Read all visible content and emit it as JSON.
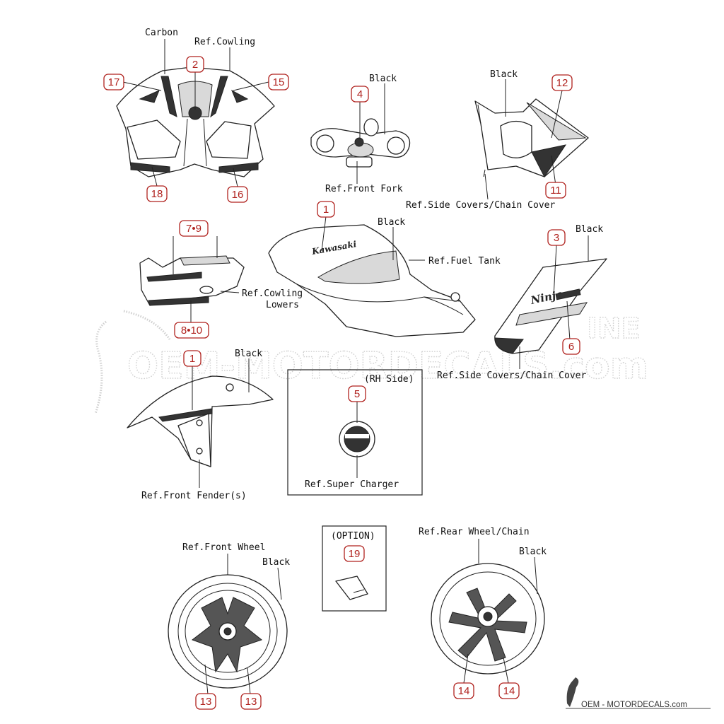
{
  "watermark": {
    "text": "OEM-MOTORDECALS.com",
    "partial_text": "INE"
  },
  "footer": {
    "text": "OEM - MOTORDECALS.com"
  },
  "brand_marks": {
    "tank": "Kawasaki",
    "side_cover": "Ninja"
  },
  "boxes": {
    "supercharger": {
      "header": "(RH Side)"
    },
    "option": {
      "header": "(OPTION)"
    }
  },
  "labels": {
    "carbon": "Carbon",
    "ref_cowling": "Ref.Cowling",
    "black_fork": "Black",
    "ref_front_fork": "Ref.Front Fork",
    "black_tail": "Black",
    "ref_side_covers_top": "Ref.Side Covers/Chain Cover",
    "black_tank": "Black",
    "ref_fuel_tank": "Ref.Fuel Tank",
    "black_side": "Black",
    "ref_cowling_lowers_1": "Ref.Cowling",
    "ref_cowling_lowers_2": "Lowers",
    "ref_side_covers_mid": "Ref.Side Covers/Chain Cover",
    "black_fender": "Black",
    "ref_front_fender": "Ref.Front Fender(s)",
    "ref_super_charger": "Ref.Super Charger",
    "ref_front_wheel": "Ref.Front Wheel",
    "black_front_wheel": "Black",
    "ref_rear_wheel": "Ref.Rear Wheel/Chain",
    "black_rear_wheel": "Black"
  },
  "callouts": {
    "c2": "2",
    "c17": "17",
    "c15": "15",
    "c18": "18",
    "c16": "16",
    "c4": "4",
    "c12": "12",
    "c11": "11",
    "c1_tank": "1",
    "c7_9": "7•9",
    "c8_10": "8•10",
    "c3": "3",
    "c6": "6",
    "c1_fender": "1",
    "c5": "5",
    "c19": "19",
    "c13_a": "13",
    "c13_b": "13",
    "c14_a": "14",
    "c14_b": "14"
  }
}
